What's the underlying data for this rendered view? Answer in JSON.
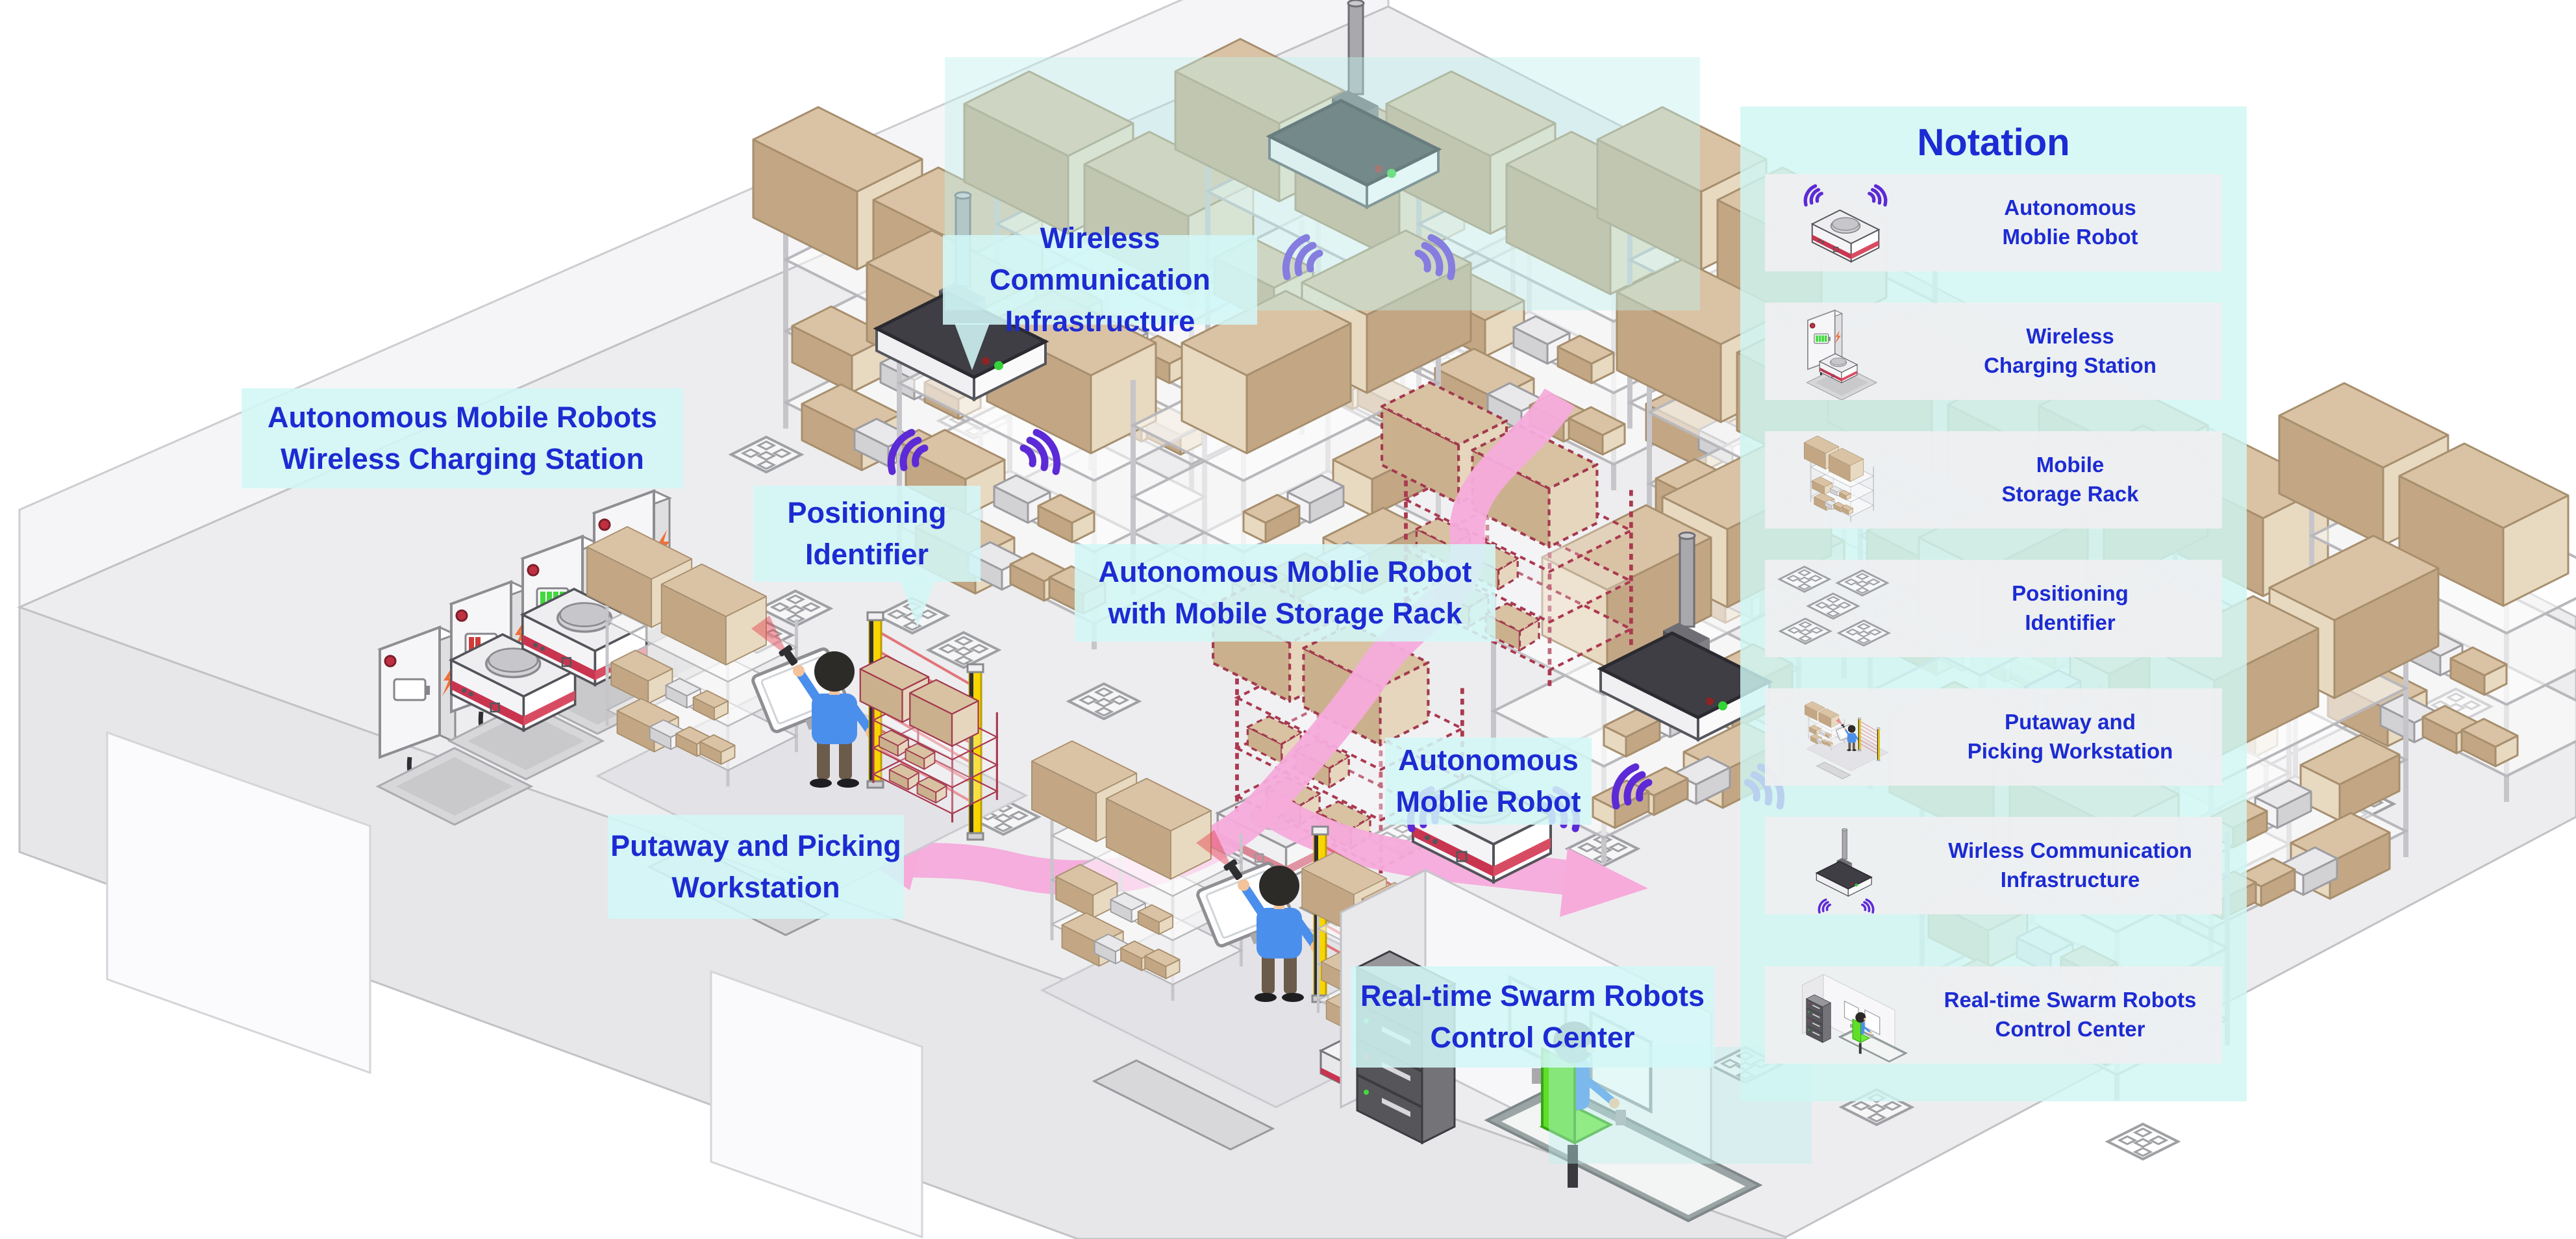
{
  "labels": {
    "wireless_infra": "Wireless Communication\nInfrastructure",
    "charging_station": "Autonomous Mobile Robots\nWireless Charging Station",
    "positioning": "Positioning\nIdentifier",
    "amr_with_rack": "Autonomous Moblie Robot\nwith Mobile Storage Rack",
    "amr": "Autonomous\nMoblie Robot",
    "putaway": "Putaway and Picking\nWorkstation",
    "control_center": "Real-time Swarm Robots\nControl Center"
  },
  "notation": {
    "title": "Notation",
    "items": [
      {
        "icon": "autonomous-mobile-robot-icon",
        "label": "Autonomous\nMoblie Robot"
      },
      {
        "icon": "wireless-charging-station-icon",
        "label": "Wireless\nCharging Station"
      },
      {
        "icon": "mobile-storage-rack-icon",
        "label": "Mobile\nStorage Rack"
      },
      {
        "icon": "positioning-identifier-icon",
        "label": "Positioning\nIdentifier"
      },
      {
        "icon": "putaway-picking-workstation-icon",
        "label": "Putaway and\nPicking Workstation"
      },
      {
        "icon": "wireless-communication-icon",
        "label": "Wirless Communication\nInfrastructure"
      },
      {
        "icon": "control-center-icon",
        "label": "Real-time Swarm Robots\nControl Center"
      }
    ]
  },
  "colors": {
    "label_text": "#1c2bd3",
    "label_bg": "#d2f7f7",
    "route_pink": "#f6abdb",
    "mobile_rack_red": "#ab3950",
    "wifi_purple": "#5c2ad6",
    "light_curtain_yellow": "#f8d502",
    "box_tan": "#dac3a5",
    "floor_gray": "#ededef"
  }
}
